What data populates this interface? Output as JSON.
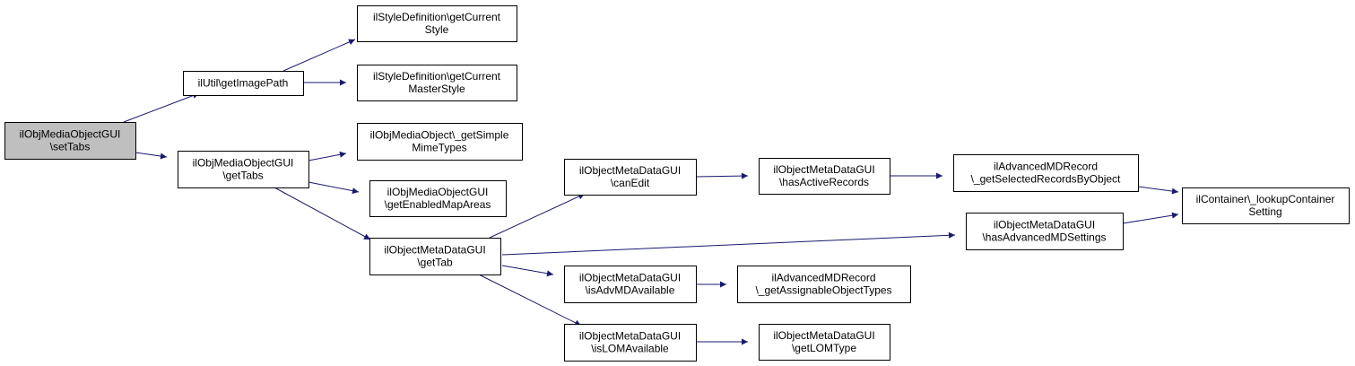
{
  "colors": {
    "node_fill": "#ffffff",
    "highlight_fill": "#bfbfbf",
    "node_border": "#000000",
    "edge": "#191970"
  },
  "nodes": [
    {
      "id": "setTabs",
      "lines": [
        "ilObjMediaObjectGUI",
        "\\setTabs"
      ],
      "highlight": true
    },
    {
      "id": "getImagePath",
      "lines": [
        "ilUtil\\getImagePath"
      ]
    },
    {
      "id": "getCurrentStyle",
      "lines": [
        "ilStyleDefinition\\getCurrent",
        "Style"
      ]
    },
    {
      "id": "getCurrentMasterStyle",
      "lines": [
        "ilStyleDefinition\\getCurrent",
        "MasterStyle"
      ]
    },
    {
      "id": "getTabs",
      "lines": [
        "ilObjMediaObjectGUI",
        "\\getTabs"
      ]
    },
    {
      "id": "getSimpleMimeTypes",
      "lines": [
        "ilObjMediaObject\\_getSimple",
        "MimeTypes"
      ]
    },
    {
      "id": "getEnabledMapAreas",
      "lines": [
        "ilObjMediaObjectGUI",
        "\\getEnabledMapAreas"
      ]
    },
    {
      "id": "getTab",
      "lines": [
        "ilObjectMetaDataGUI",
        "\\getTab"
      ]
    },
    {
      "id": "canEdit",
      "lines": [
        "ilObjectMetaDataGUI",
        "\\canEdit"
      ]
    },
    {
      "id": "hasActiveRecords",
      "lines": [
        "ilObjectMetaDataGUI",
        "\\hasActiveRecords"
      ]
    },
    {
      "id": "getSelectedRecordsByObject",
      "lines": [
        "ilAdvancedMDRecord",
        "\\_getSelectedRecordsByObject"
      ]
    },
    {
      "id": "lookupContainerSetting",
      "lines": [
        "ilContainer\\_lookupContainer",
        "Setting"
      ]
    },
    {
      "id": "hasAdvancedMDSettings",
      "lines": [
        "ilObjectMetaDataGUI",
        "\\hasAdvancedMDSettings"
      ]
    },
    {
      "id": "isAdvMDAvailable",
      "lines": [
        "ilObjectMetaDataGUI",
        "\\isAdvMDAvailable"
      ]
    },
    {
      "id": "getAssignableObjectTypes",
      "lines": [
        "ilAdvancedMDRecord",
        "\\_getAssignableObjectTypes"
      ]
    },
    {
      "id": "isLOMAvailable",
      "lines": [
        "ilObjectMetaDataGUI",
        "\\isLOMAvailable"
      ]
    },
    {
      "id": "getLOMType",
      "lines": [
        "ilObjectMetaDataGUI",
        "\\getLOMType"
      ]
    }
  ],
  "edges": [
    {
      "from": "setTabs",
      "to": "getImagePath"
    },
    {
      "from": "setTabs",
      "to": "getTabs"
    },
    {
      "from": "getImagePath",
      "to": "getCurrentStyle"
    },
    {
      "from": "getImagePath",
      "to": "getCurrentMasterStyle"
    },
    {
      "from": "getTabs",
      "to": "getSimpleMimeTypes"
    },
    {
      "from": "getTabs",
      "to": "getEnabledMapAreas"
    },
    {
      "from": "getTabs",
      "to": "getTab"
    },
    {
      "from": "getTab",
      "to": "canEdit"
    },
    {
      "from": "getTab",
      "to": "hasAdvancedMDSettings"
    },
    {
      "from": "getTab",
      "to": "isAdvMDAvailable"
    },
    {
      "from": "getTab",
      "to": "isLOMAvailable"
    },
    {
      "from": "canEdit",
      "to": "hasActiveRecords"
    },
    {
      "from": "hasActiveRecords",
      "to": "getSelectedRecordsByObject"
    },
    {
      "from": "getSelectedRecordsByObject",
      "to": "lookupContainerSetting"
    },
    {
      "from": "hasAdvancedMDSettings",
      "to": "lookupContainerSetting"
    },
    {
      "from": "isAdvMDAvailable",
      "to": "getAssignableObjectTypes"
    },
    {
      "from": "isLOMAvailable",
      "to": "getLOMType"
    }
  ]
}
